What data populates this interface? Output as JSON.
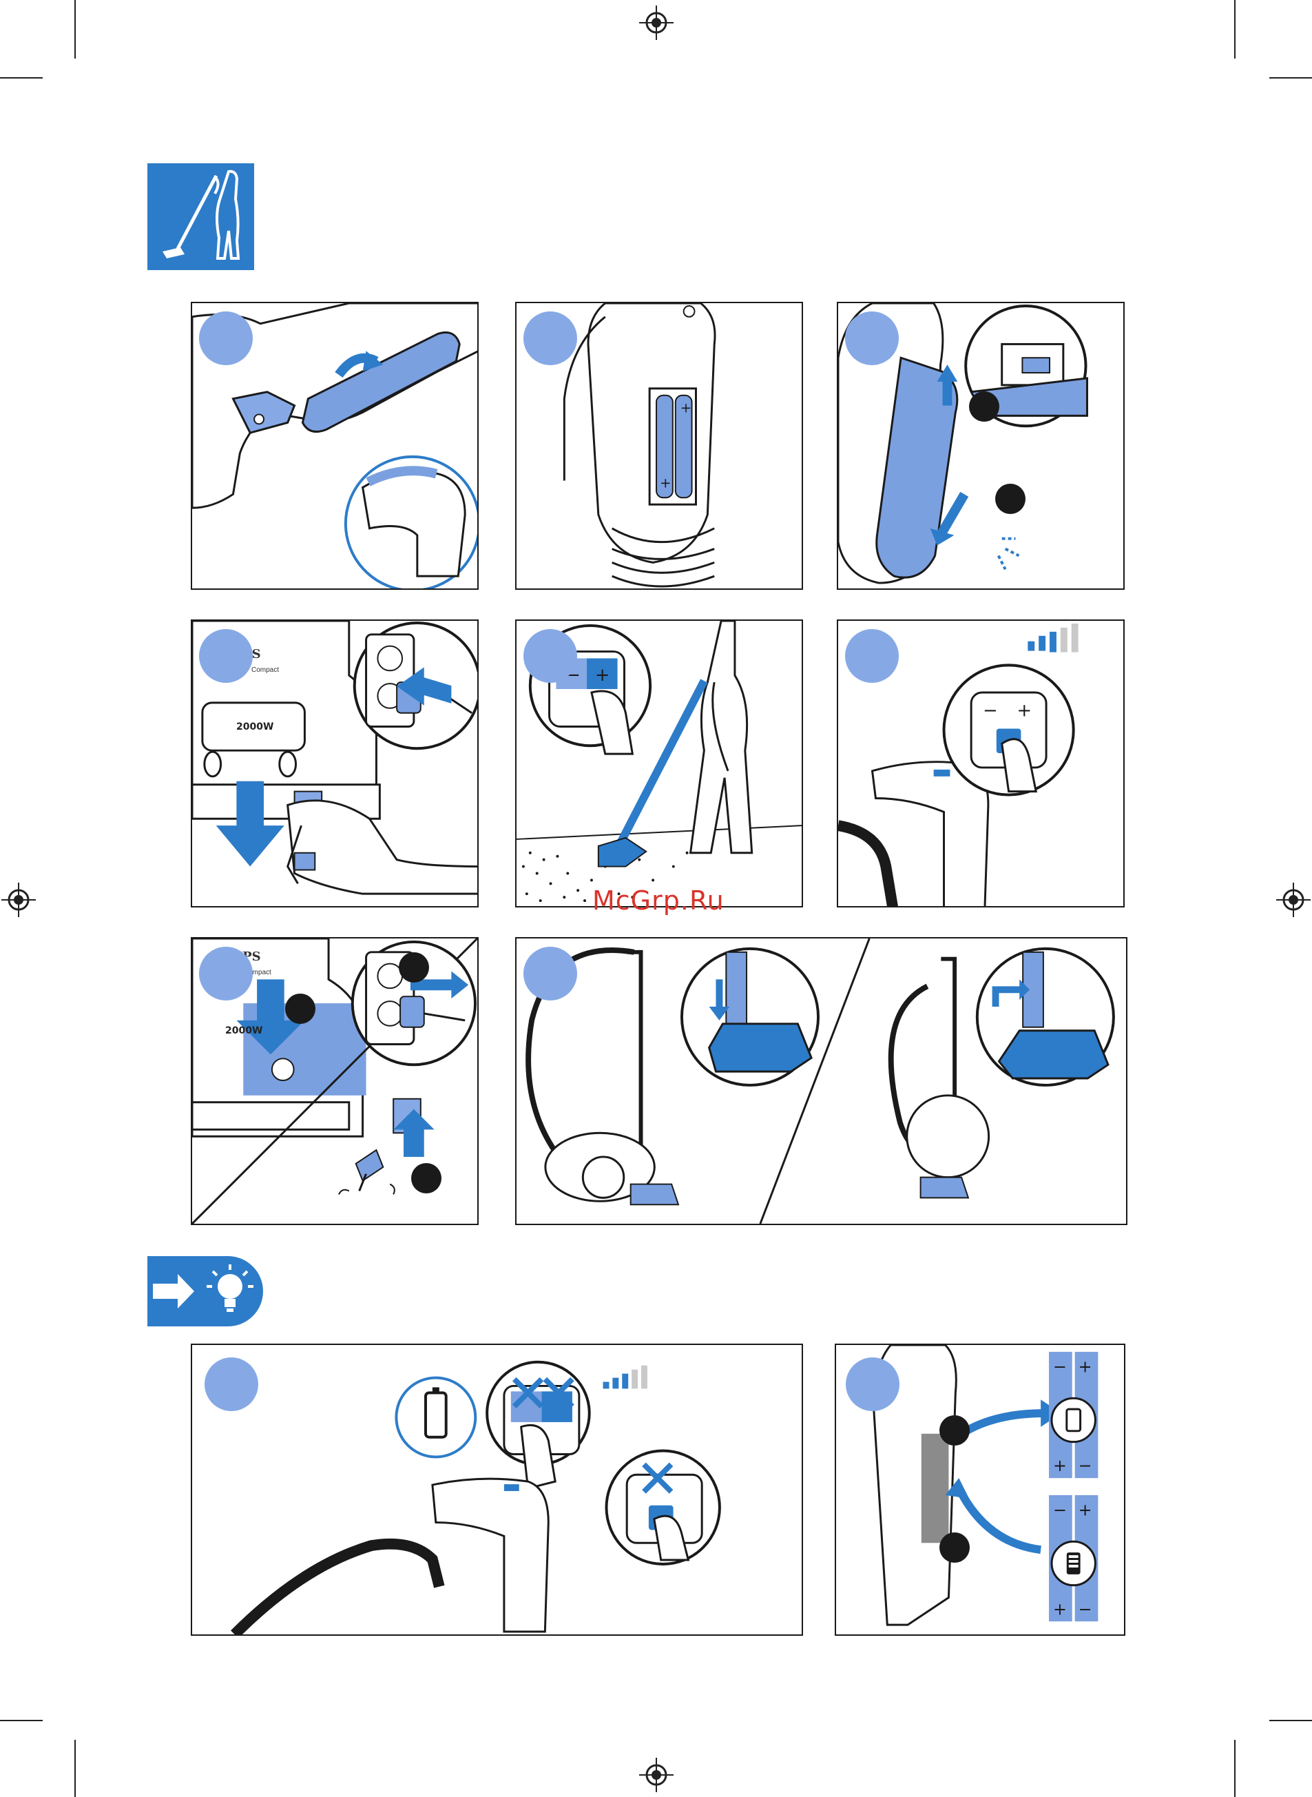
{
  "page": {
    "watermark": "McGrp.Ru"
  },
  "header": {
    "icon": "vacuuming-person-icon"
  },
  "tips": {
    "icon": "lightbulb-tip-icon"
  },
  "panels": {
    "p4": {
      "brand": "LIPS",
      "model": "Compact",
      "power": "2000W"
    },
    "p7": {
      "brand": "LIPS",
      "model": "ompact",
      "power": "2000W"
    }
  },
  "colors": {
    "accent_blue": "#2d7cc9",
    "light_blue": "#86a9e6",
    "mid_blue": "#7ba0e0",
    "outline": "#1a1a1a",
    "watermark_red": "#d9332b"
  }
}
